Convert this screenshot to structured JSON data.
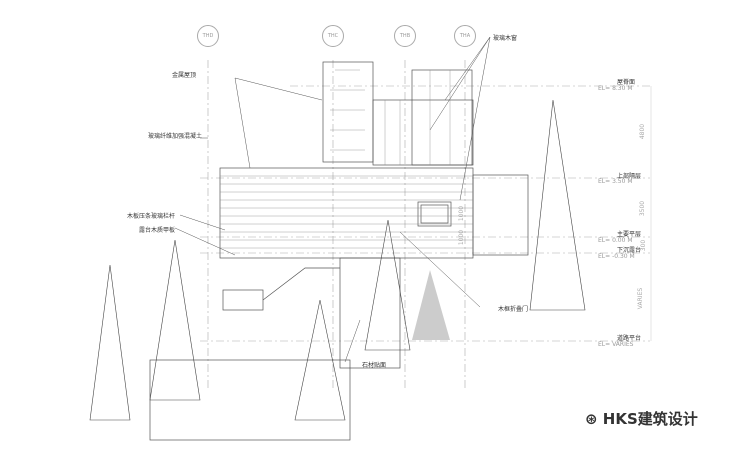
{
  "grid_markers": [
    "THD",
    "THC",
    "THB",
    "THA"
  ],
  "annotations": {
    "metal_roof": "金属屋顶",
    "grc": "玻璃纤维加强混凝土",
    "window": "玻璃木窗",
    "railing": "木板压条玻璃栏杆",
    "deck": "露台木质甲板",
    "folding_door": "木框折叠门",
    "stone": "石材贴面"
  },
  "levels": [
    {
      "name": "屋脊面",
      "el": "EL= 8.30 M"
    },
    {
      "name": "上部隔层",
      "el": "EL= 3.50 M"
    },
    {
      "name": "主要平层",
      "el": "EL= 0.00 M"
    },
    {
      "name": "下沉露台",
      "el": "EL= -0.30 M"
    },
    {
      "name": "道路平台",
      "el": "EL= VARIES"
    }
  ],
  "dimensions": {
    "d1": "4800",
    "d2": "3500",
    "d3": "300",
    "d4": "VARIES",
    "w1": "1000",
    "w2": "1000"
  },
  "watermark": "HKS建筑设计"
}
